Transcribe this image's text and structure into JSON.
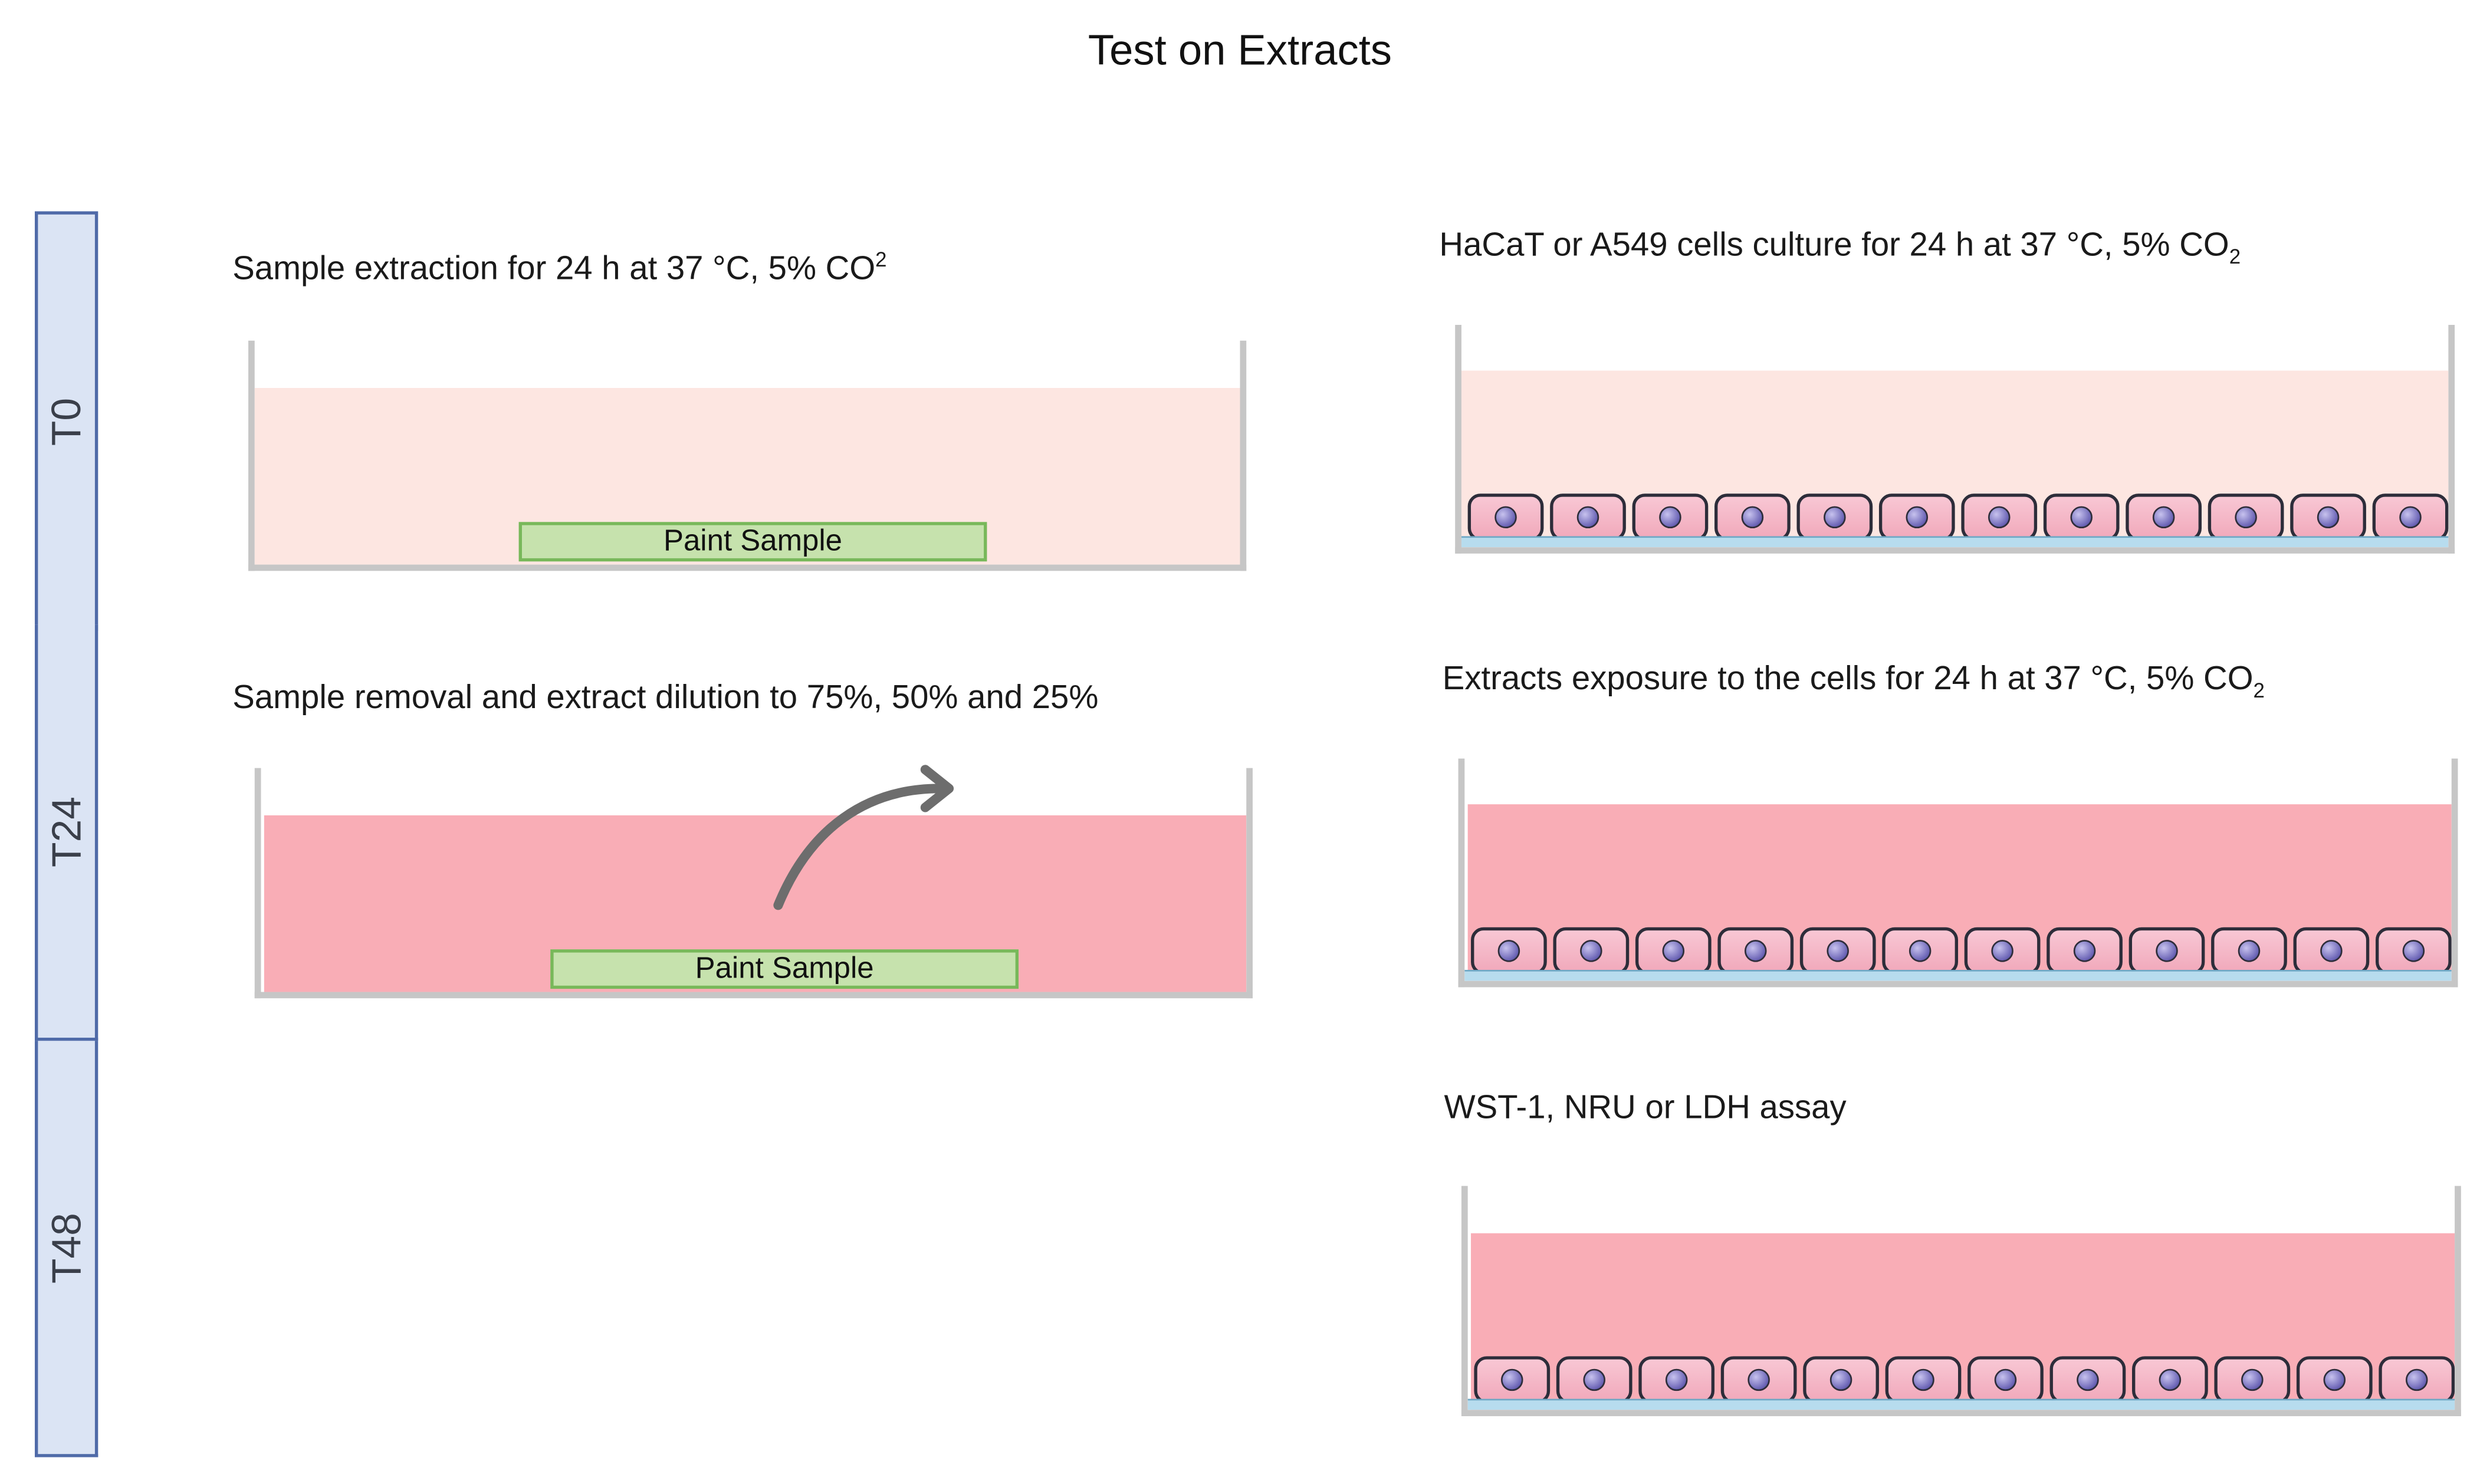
{
  "title": "Test on Extracts",
  "timepoints": [
    "T0",
    "T24",
    "T48"
  ],
  "steps": {
    "extraction": {
      "text": "Sample extraction for 24 h at 37 °C, 5% CO",
      "sup": "2"
    },
    "culture": {
      "text": "HaCaT or A549 cells culture for 24 h at 37 °C, 5% CO",
      "sub": "2"
    },
    "removal": {
      "text": "Sample removal and extract dilution to 75%, 50% and 25%"
    },
    "exposure": {
      "text": "Extracts exposure to the cells for 24 h at 37 °C, 5% CO",
      "sub": "2"
    },
    "assay": {
      "text": "WST-1, NRU or LDH assay"
    }
  },
  "sample_label": "Paint Sample",
  "colors": {
    "medium_light": "#fde6e1",
    "medium_dark": "#f9adb6",
    "sample_fill": "#c6e2ad",
    "timeline_fill": "#dbe4f4",
    "timeline_border": "#4f6aa8"
  }
}
